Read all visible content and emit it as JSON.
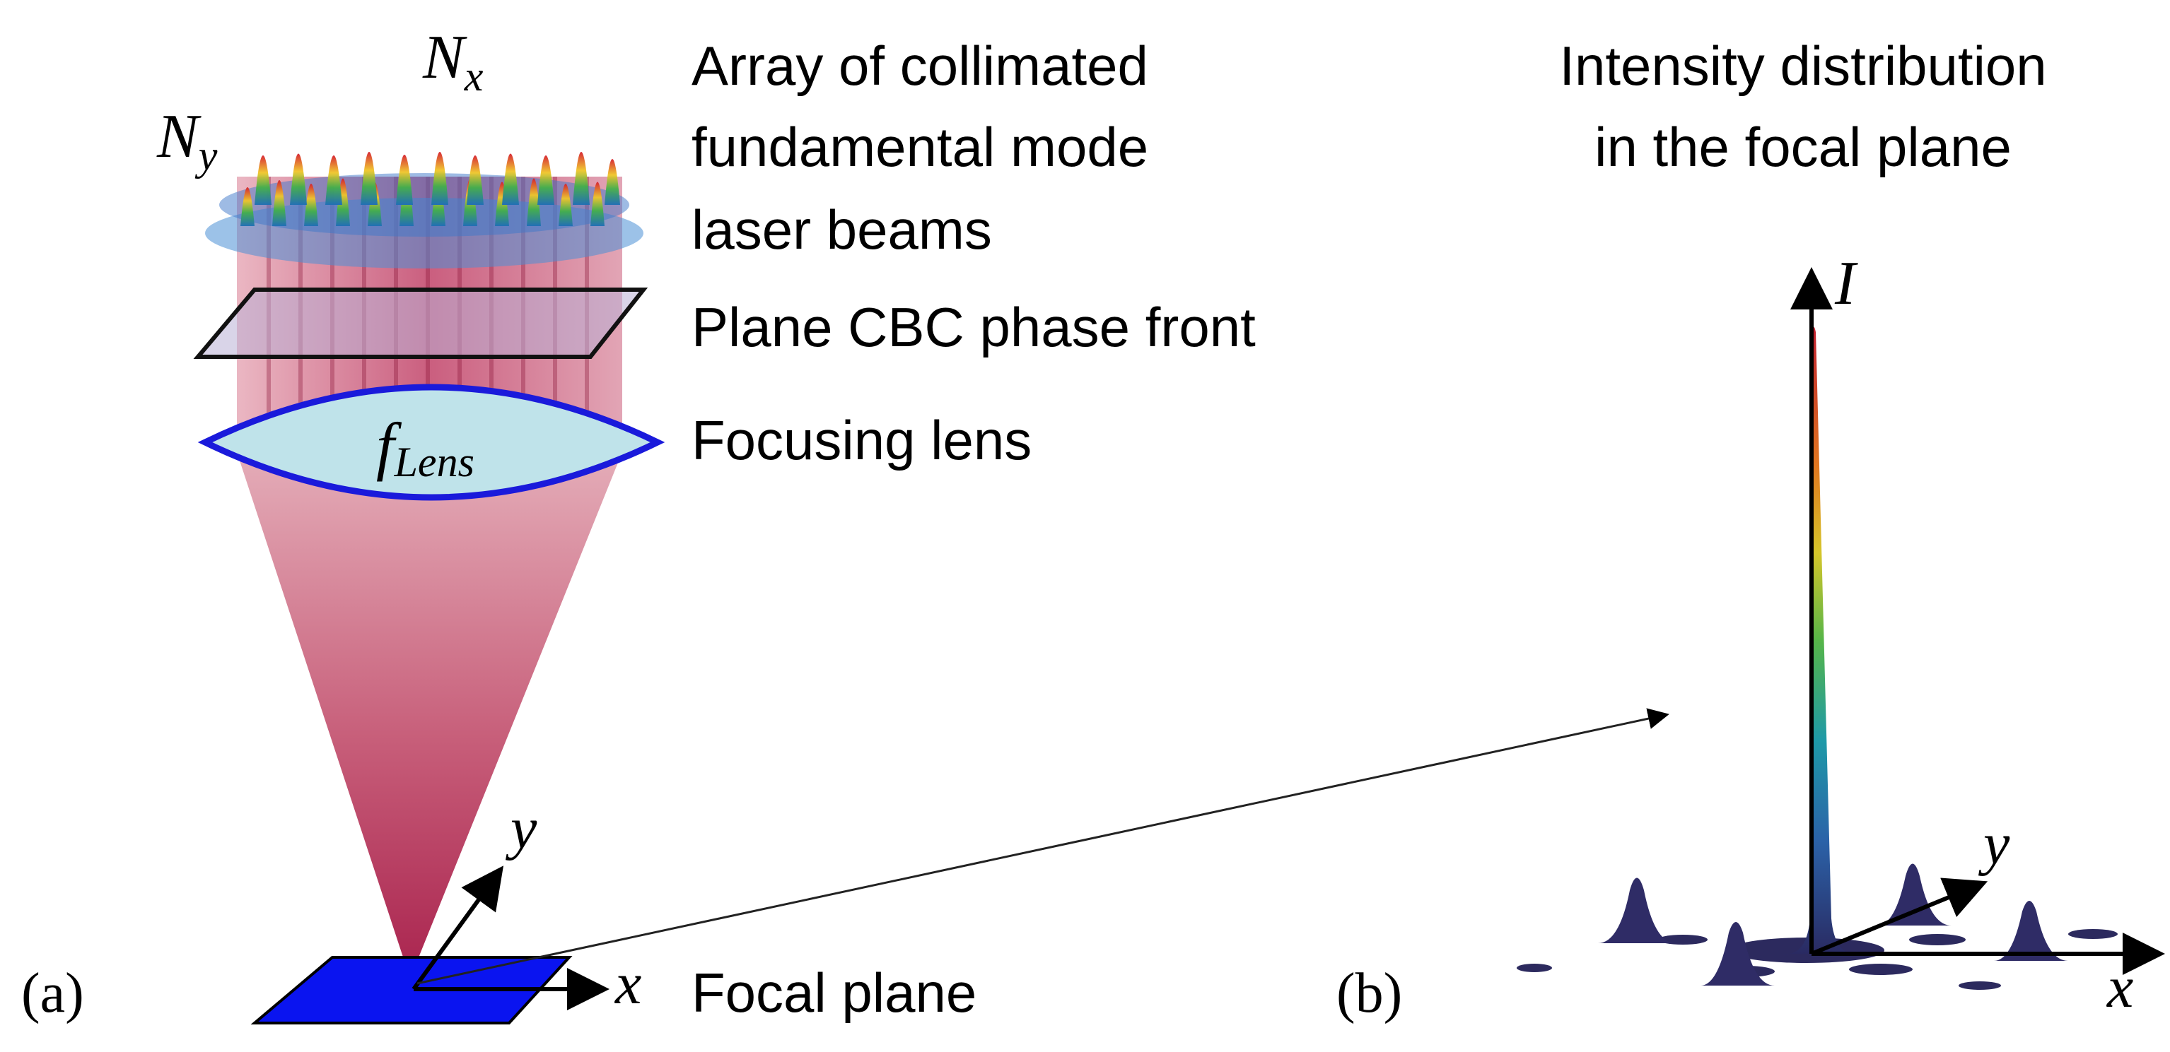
{
  "panel_a": {
    "tag": "(a)",
    "nx_base": "N",
    "nx_sub": "x",
    "ny_base": "N",
    "ny_sub": "y",
    "lens_base": "f",
    "lens_sub": "Lens",
    "axis_x": "x",
    "axis_y": "y",
    "labels": {
      "array_line1": "Array of collimated",
      "array_line2": "fundamental mode",
      "array_line3": "laser beams",
      "phase_front": "Plane CBC phase front",
      "lens": "Focusing lens",
      "focal_plane": "Focal plane"
    }
  },
  "panel_b": {
    "tag": "(b)",
    "title_line1": "Intensity distribution",
    "title_line2": "in the focal plane",
    "axis_i": "I",
    "axis_x": "x",
    "axis_y": "y"
  },
  "colors": {
    "beam_red": "#b3264e",
    "beam_pink": "#e9b7c0",
    "phase_plane": "#c9c3dd",
    "lens_fill": "#bfe3ea",
    "lens_edge": "#1a1adb",
    "focal_plane": "#0a14f0",
    "side_lobe": "#2c2a5e"
  }
}
